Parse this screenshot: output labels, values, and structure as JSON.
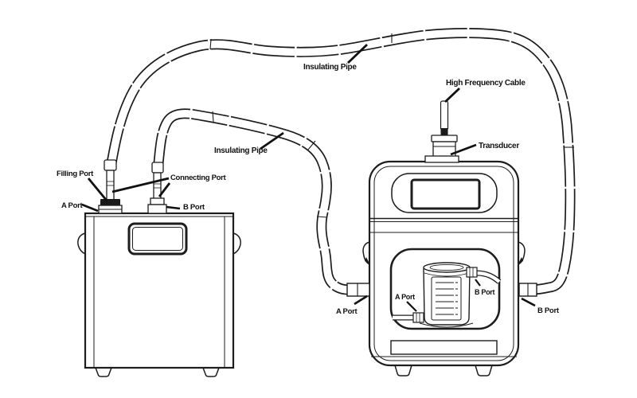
{
  "diagram": {
    "description": "Black-and-white line-art hookup diagram of a filling tank connected to an ultrasonic host unit by two insulating pipes",
    "colors": {
      "background": "#ffffff",
      "line": "#1d1d1d",
      "label_text": "#111111"
    },
    "pipes": {
      "top_insulating_pipe_label": "Insulating Pipe",
      "middle_insulating_pipe_label": "Insulating Pipe"
    },
    "left_tank": {
      "filling_port_label": "Filling Port",
      "connecting_port_label": "Connecting Port",
      "a_port_label": "A Port",
      "b_port_label": "B Port"
    },
    "host_unit": {
      "high_frequency_cable_label": "High Frequency Cable",
      "transducer_label": "Transducer",
      "outer_a_port_label": "A Port",
      "outer_b_port_label": "B Port",
      "inner_a_port_label": "A Port",
      "inner_b_port_label": "B Port"
    }
  }
}
